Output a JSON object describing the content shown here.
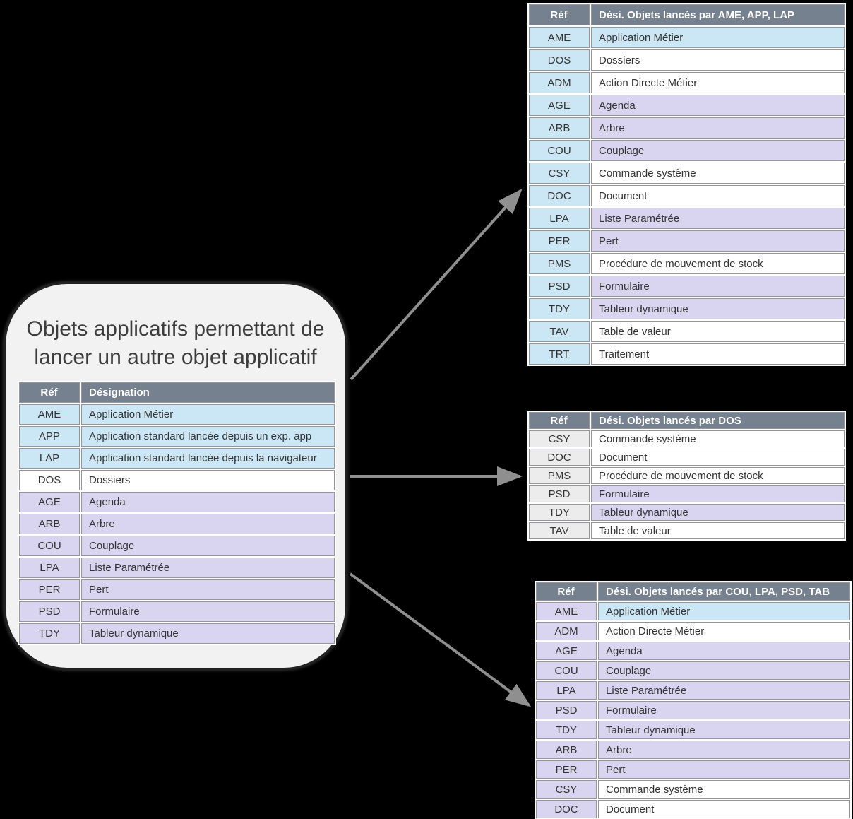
{
  "colors": {
    "cyan": "#cbe7f6",
    "lavender": "#d9d5f1",
    "white": "#ffffff",
    "gray": "#ececec",
    "header_bg": "#76818f",
    "header_text": "#ffffff",
    "arrow": "#8f8f8f",
    "panel_bg": "#f2f2f2",
    "background": "#000000"
  },
  "panel": {
    "title_line1": "Objets applicatifs permettant de",
    "title_line2": "lancer un autre objet applicatif",
    "table": {
      "headers": [
        "Réf",
        "Désignation"
      ],
      "rows": [
        {
          "ref": "AME",
          "label": "Application Métier",
          "ref_color": "cyan",
          "label_color": "cyan"
        },
        {
          "ref": "APP",
          "label": "Application standard lancée depuis un exp. app",
          "ref_color": "cyan",
          "label_color": "cyan"
        },
        {
          "ref": "LAP",
          "label": "Application standard lancée depuis la navigateur",
          "ref_color": "cyan",
          "label_color": "cyan"
        },
        {
          "ref": "DOS",
          "label": "Dossiers",
          "ref_color": "white",
          "label_color": "white"
        },
        {
          "ref": "AGE",
          "label": "Agenda",
          "ref_color": "lavender",
          "label_color": "lavender"
        },
        {
          "ref": "ARB",
          "label": "Arbre",
          "ref_color": "lavender",
          "label_color": "lavender"
        },
        {
          "ref": "COU",
          "label": "Couplage",
          "ref_color": "lavender",
          "label_color": "lavender"
        },
        {
          "ref": "LPA",
          "label": "Liste Paramétrée",
          "ref_color": "lavender",
          "label_color": "lavender"
        },
        {
          "ref": "PER",
          "label": "Pert",
          "ref_color": "lavender",
          "label_color": "lavender"
        },
        {
          "ref": "PSD",
          "label": "Formulaire",
          "ref_color": "lavender",
          "label_color": "lavender"
        },
        {
          "ref": "TDY",
          "label": "Tableur dynamique",
          "ref_color": "lavender",
          "label_color": "lavender"
        }
      ]
    }
  },
  "tables": [
    {
      "headers": [
        "Réf",
        "Dési. Objets lancés par AME, APP, LAP"
      ],
      "rows": [
        {
          "ref": "AME",
          "label": "Application Métier",
          "ref_color": "cyan",
          "label_color": "cyan"
        },
        {
          "ref": "DOS",
          "label": "Dossiers",
          "ref_color": "cyan",
          "label_color": "white"
        },
        {
          "ref": "ADM",
          "label": "Action Directe Métier",
          "ref_color": "cyan",
          "label_color": "white"
        },
        {
          "ref": "AGE",
          "label": "Agenda",
          "ref_color": "cyan",
          "label_color": "lavender"
        },
        {
          "ref": "ARB",
          "label": "Arbre",
          "ref_color": "cyan",
          "label_color": "lavender"
        },
        {
          "ref": "COU",
          "label": "Couplage",
          "ref_color": "cyan",
          "label_color": "lavender"
        },
        {
          "ref": "CSY",
          "label": "Commande système",
          "ref_color": "cyan",
          "label_color": "white"
        },
        {
          "ref": "DOC",
          "label": "Document",
          "ref_color": "cyan",
          "label_color": "white"
        },
        {
          "ref": "LPA",
          "label": "Liste Paramétrée",
          "ref_color": "cyan",
          "label_color": "lavender"
        },
        {
          "ref": "PER",
          "label": "Pert",
          "ref_color": "cyan",
          "label_color": "lavender"
        },
        {
          "ref": "PMS",
          "label": "Procédure de mouvement de stock",
          "ref_color": "cyan",
          "label_color": "white"
        },
        {
          "ref": "PSD",
          "label": "Formulaire",
          "ref_color": "cyan",
          "label_color": "lavender"
        },
        {
          "ref": "TDY",
          "label": "Tableur dynamique",
          "ref_color": "cyan",
          "label_color": "lavender"
        },
        {
          "ref": "TAV",
          "label": "Table de valeur",
          "ref_color": "cyan",
          "label_color": "white"
        },
        {
          "ref": "TRT",
          "label": "Traitement",
          "ref_color": "cyan",
          "label_color": "white"
        }
      ]
    },
    {
      "headers": [
        "Réf",
        "Dési. Objets lancés par DOS"
      ],
      "rows": [
        {
          "ref": "CSY",
          "label": "Commande système",
          "ref_color": "gray",
          "label_color": "white"
        },
        {
          "ref": "DOC",
          "label": "Document",
          "ref_color": "gray",
          "label_color": "white"
        },
        {
          "ref": "PMS",
          "label": "Procédure de mouvement de stock",
          "ref_color": "gray",
          "label_color": "white"
        },
        {
          "ref": "PSD",
          "label": "Formulaire",
          "ref_color": "gray",
          "label_color": "lavender"
        },
        {
          "ref": "TDY",
          "label": "Tableur dynamique",
          "ref_color": "gray",
          "label_color": "lavender"
        },
        {
          "ref": "TAV",
          "label": "Table de valeur",
          "ref_color": "gray",
          "label_color": "white"
        }
      ]
    },
    {
      "headers": [
        "Réf",
        "Dési. Objets lancés par COU, LPA, PSD, TAB"
      ],
      "rows": [
        {
          "ref": "AME",
          "label": "Application Métier",
          "ref_color": "lavender",
          "label_color": "cyan"
        },
        {
          "ref": "ADM",
          "label": "Action Directe Métier",
          "ref_color": "lavender",
          "label_color": "white"
        },
        {
          "ref": "AGE",
          "label": "Agenda",
          "ref_color": "lavender",
          "label_color": "lavender"
        },
        {
          "ref": "COU",
          "label": "Couplage",
          "ref_color": "lavender",
          "label_color": "lavender"
        },
        {
          "ref": "LPA",
          "label": "Liste Paramétrée",
          "ref_color": "lavender",
          "label_color": "lavender"
        },
        {
          "ref": "PSD",
          "label": "Formulaire",
          "ref_color": "lavender",
          "label_color": "lavender"
        },
        {
          "ref": "TDY",
          "label": "Tableur dynamique",
          "ref_color": "lavender",
          "label_color": "lavender"
        },
        {
          "ref": "ARB",
          "label": "Arbre",
          "ref_color": "lavender",
          "label_color": "lavender"
        },
        {
          "ref": "PER",
          "label": "Pert",
          "ref_color": "lavender",
          "label_color": "lavender"
        },
        {
          "ref": "CSY",
          "label": "Commande système",
          "ref_color": "lavender",
          "label_color": "white"
        },
        {
          "ref": "DOC",
          "label": "Document",
          "ref_color": "lavender",
          "label_color": "white"
        }
      ]
    }
  ]
}
